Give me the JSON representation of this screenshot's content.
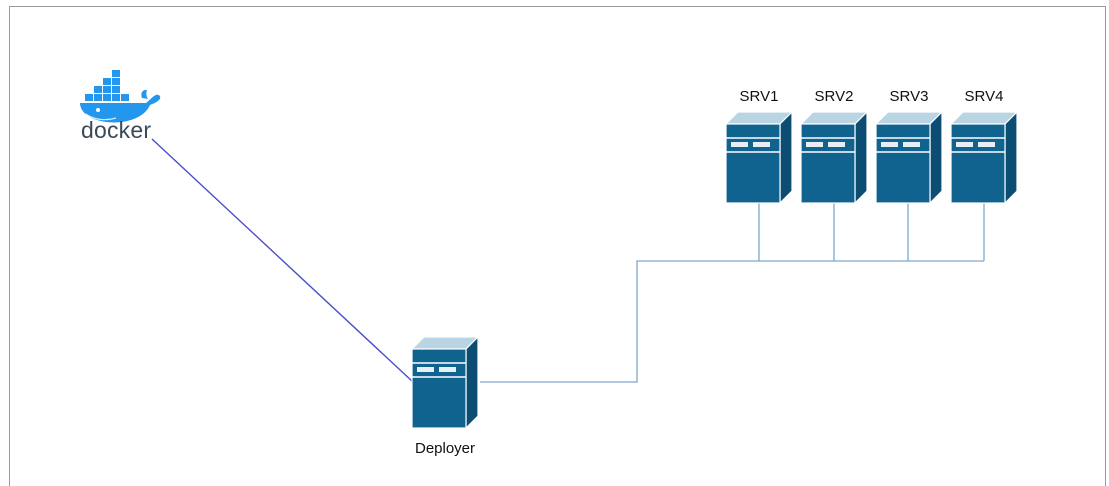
{
  "diagram": {
    "logo": {
      "text": "docker",
      "icon": "docker-whale-icon",
      "color": "#2396ed",
      "text_color": "#3a4a58"
    },
    "deployer": {
      "label": "Deployer",
      "icon": "server-tower-icon"
    },
    "servers": [
      {
        "label": "SRV1",
        "icon": "server-tower-icon"
      },
      {
        "label": "SRV2",
        "icon": "server-tower-icon"
      },
      {
        "label": "SRV3",
        "icon": "server-tower-icon"
      },
      {
        "label": "SRV4",
        "icon": "server-tower-icon"
      }
    ],
    "colors": {
      "server_front": "#10628f",
      "server_top": "#b9d4e3",
      "server_side": "#0c4d73",
      "docker_link": "#4a4fc8",
      "network_link": "#7fa7c9",
      "frame": "#9a9a9a"
    }
  }
}
